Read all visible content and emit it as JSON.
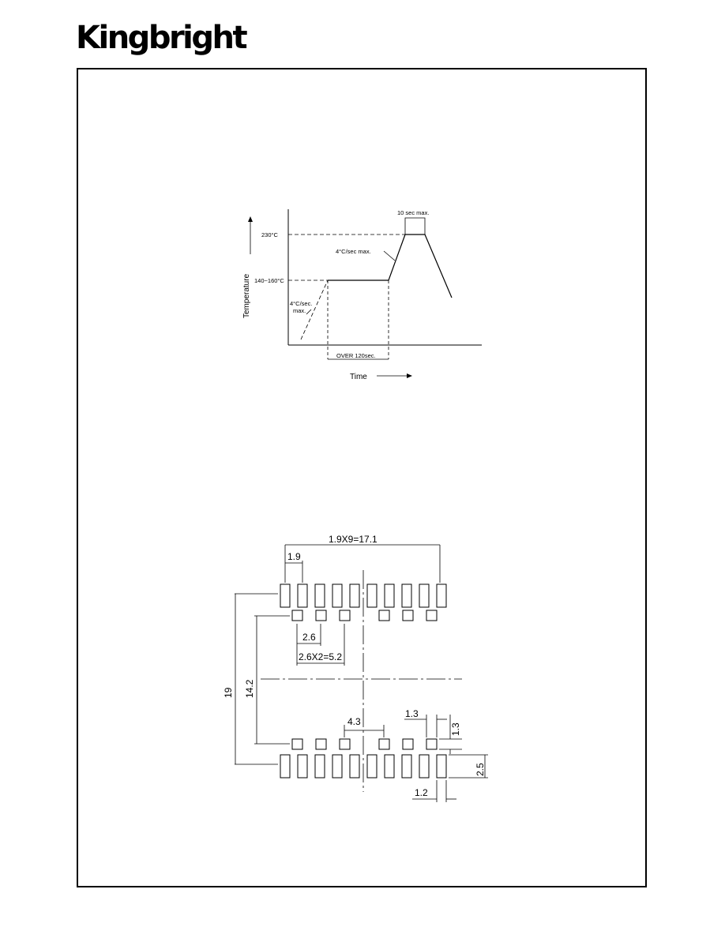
{
  "header": {
    "logo_text": "Kingbright"
  },
  "soldering_profile": {
    "y_axis_label": "Temperature",
    "x_axis_label": "Time",
    "peak_temp_label": "230°C",
    "preheat_temp_label": "140~160°C",
    "peak_time_label": "10 sec max.",
    "ramp_up_label": "4°C/sec max.",
    "preheat_ramp_label_line1": "4°C/sec.",
    "preheat_ramp_label_line2": "max.",
    "preheat_duration_label": "OVER 120sec."
  },
  "land_pattern": {
    "pitch_total_label": "1.9X9=17.1",
    "pitch_label": "1.9",
    "small_pitch_label": "2.6",
    "small_pitch_total_label": "2.6X2=5.2",
    "overall_height_label": "19",
    "inner_height_label": "14.2",
    "gap_label": "4.3",
    "small_pad_width_label": "1.3",
    "small_pad_height_label": "1.3",
    "large_pad_height_label": "2.5",
    "large_pad_width_label": "1.2"
  },
  "colors": {
    "ink": "#000000",
    "background": "#ffffff"
  }
}
